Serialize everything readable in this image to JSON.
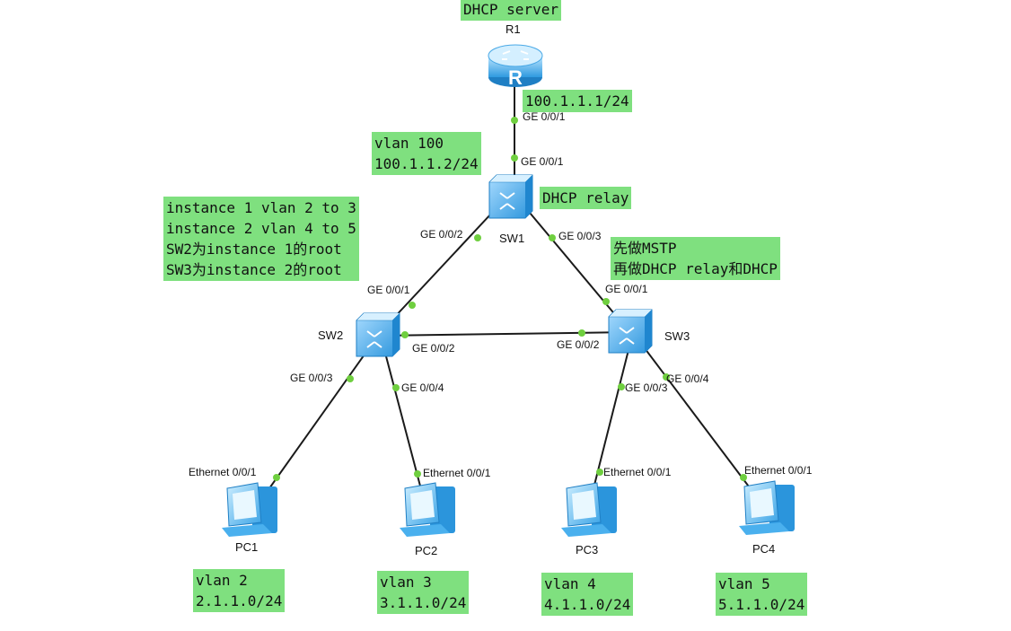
{
  "notes": {
    "dhcp_server": "DHCP server",
    "r1_ip": "100.1.1.1/24",
    "sw1_vlan": "vlan 100",
    "sw1_ip": "100.1.1.2/24",
    "dhcp_relay": "DHCP relay",
    "mstp_1": "instance 1 vlan 2 to 3",
    "mstp_2": "instance 2 vlan 4 to 5",
    "mstp_3": "SW2为instance 1的root",
    "mstp_4": "SW3为instance 2的root",
    "todo_1": "先做MSTP",
    "todo_2": "再做DHCP relay和DHCP",
    "pc1_vlan": "vlan 2",
    "pc1_net": "2.1.1.0/24",
    "pc2_vlan": "vlan 3",
    "pc2_net": "3.1.1.0/24",
    "pc3_vlan": "vlan 4",
    "pc3_net": "4.1.1.0/24",
    "pc4_vlan": "vlan 5",
    "pc4_net": "5.1.1.0/24"
  },
  "devices": {
    "r1": "R1",
    "sw1": "SW1",
    "sw2": "SW2",
    "sw3": "SW3",
    "pc1": "PC1",
    "pc2": "PC2",
    "pc3": "PC3",
    "pc4": "PC4"
  },
  "ports": {
    "r1_g001": "GE 0/0/1",
    "sw1_g001": "GE 0/0/1",
    "sw1_g002": "GE 0/0/2",
    "sw1_g003": "GE 0/0/3",
    "sw2_g001": "GE 0/0/1",
    "sw2_g002": "GE 0/0/2",
    "sw2_g003": "GE 0/0/3",
    "sw2_g004": "GE 0/0/4",
    "sw3_g001": "GE 0/0/1",
    "sw3_g002": "GE 0/0/2",
    "sw3_g003": "GE 0/0/3",
    "sw3_g004": "GE 0/0/4",
    "pc1_eth": "Ethernet 0/0/1",
    "pc2_eth": "Ethernet 0/0/1",
    "pc3_eth": "Ethernet 0/0/1",
    "pc4_eth": "Ethernet 0/0/1"
  },
  "colors": {
    "note_bg": "#7fe07f",
    "link": "#1a1a1a",
    "port_dot": "#6fcf3f",
    "device": "#3fa6e8"
  },
  "icons": [
    "router-icon",
    "switch-icon",
    "pc-icon"
  ]
}
